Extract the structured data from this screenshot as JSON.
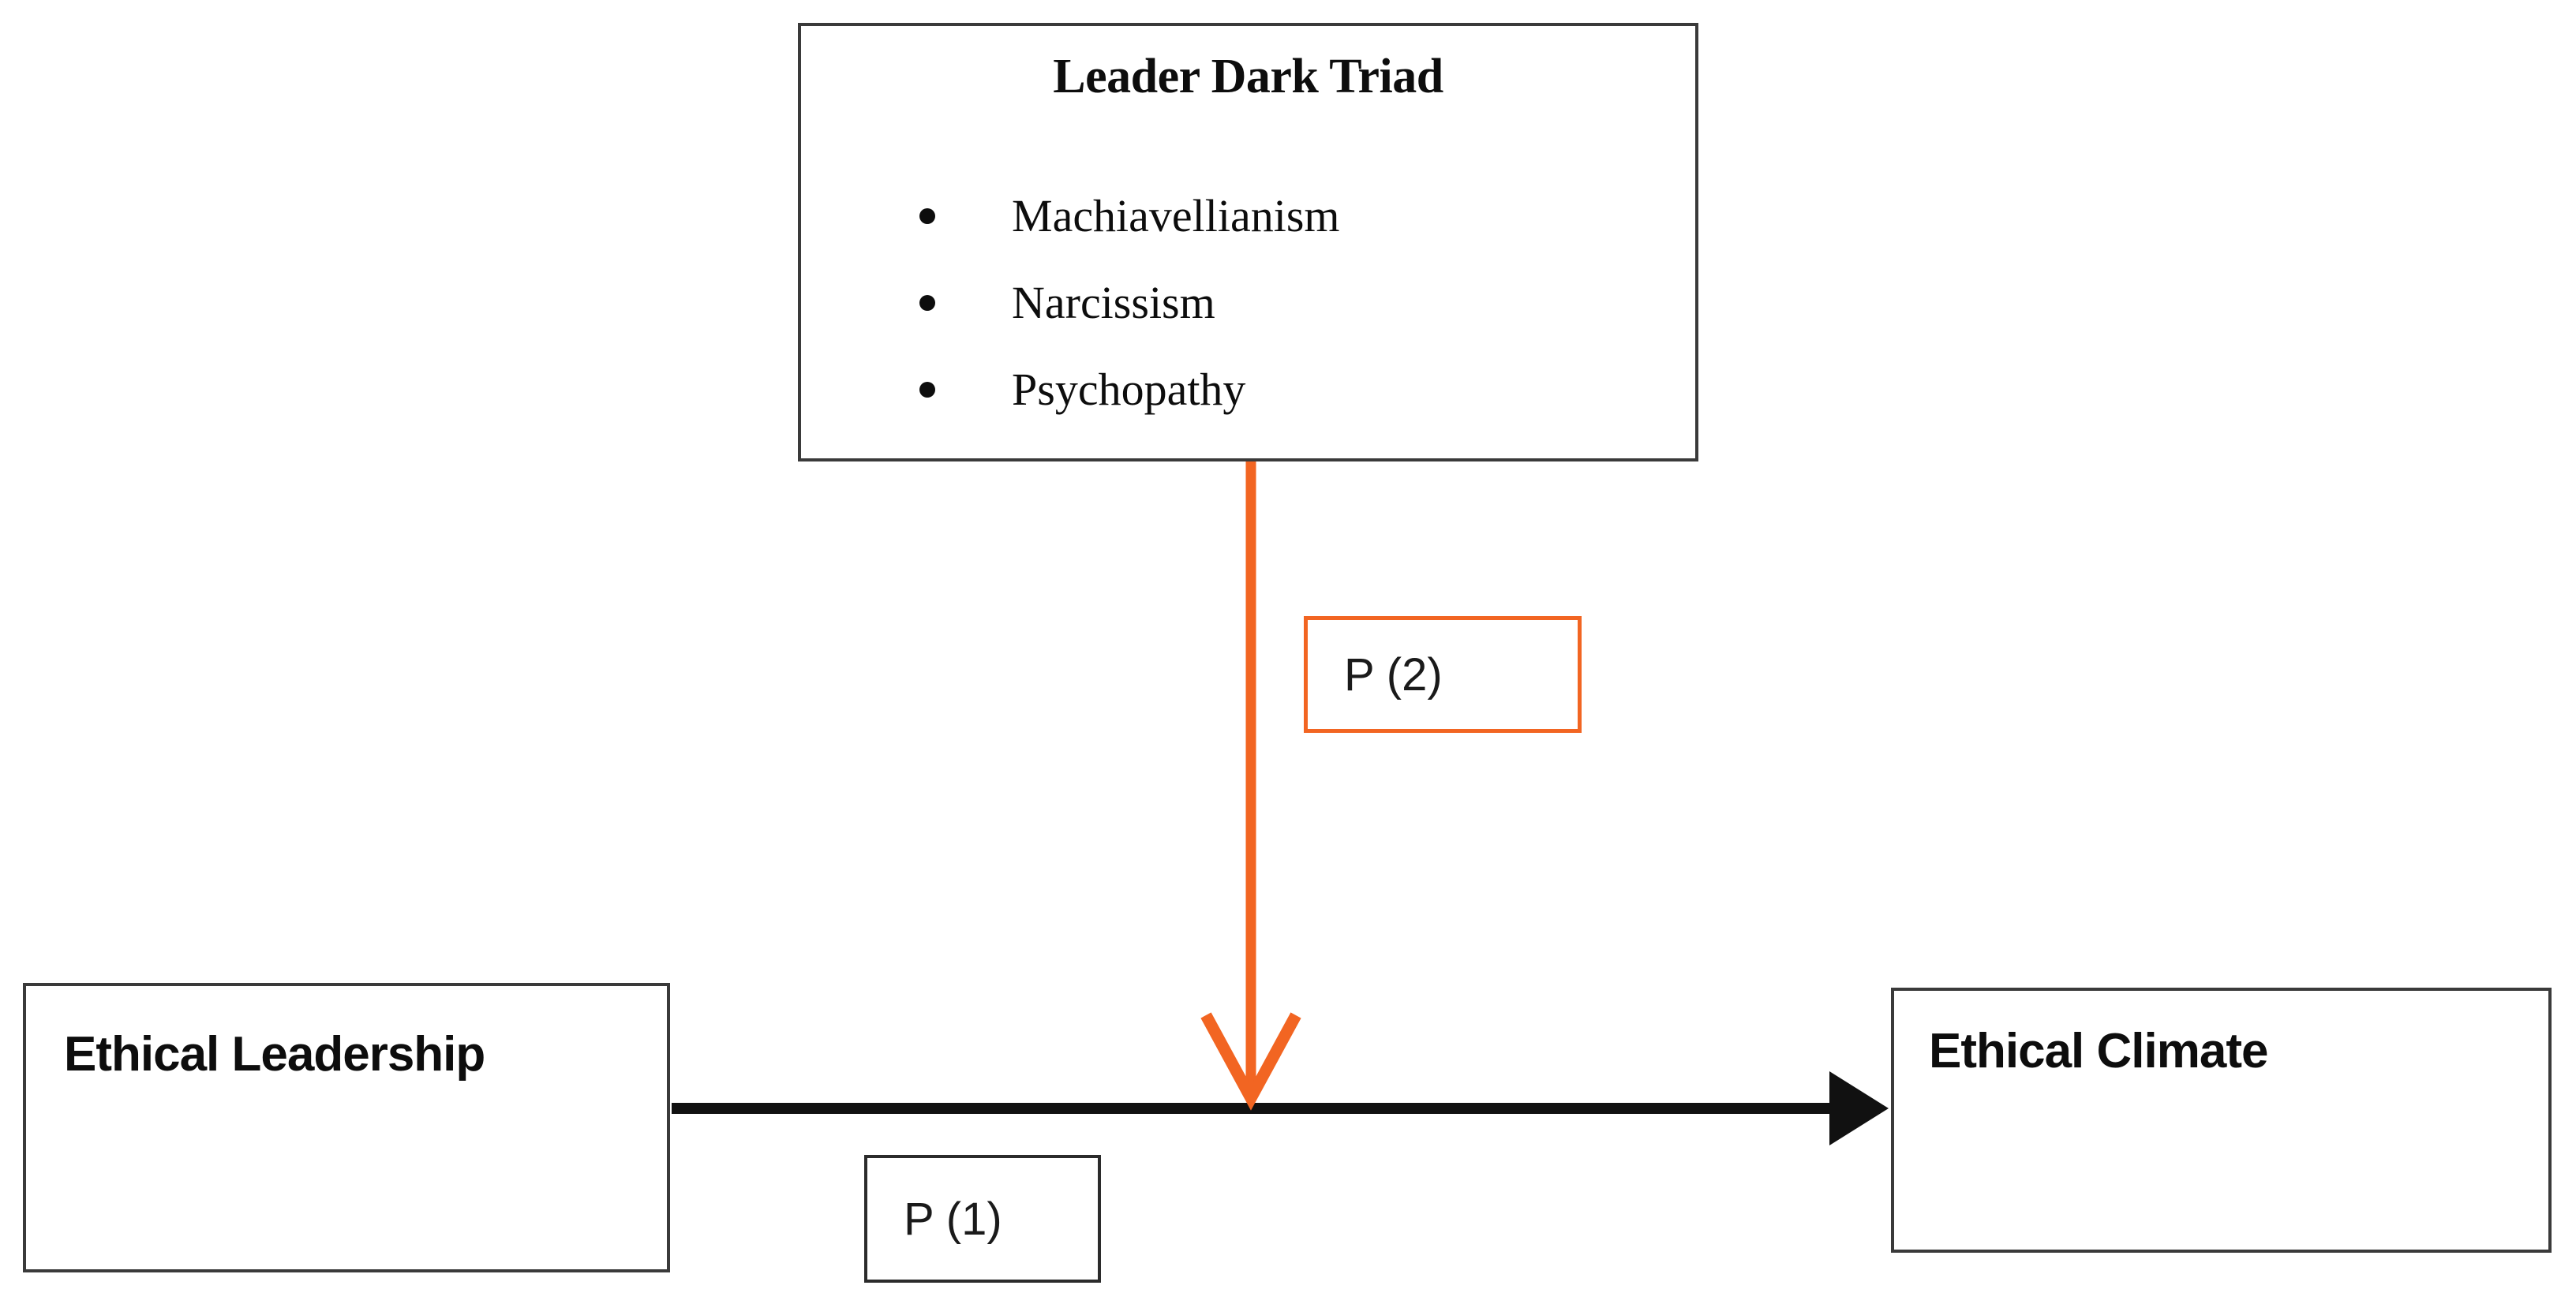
{
  "diagram": {
    "title": "Ethical Leadership, Leader Dark Triad and Ethical Climate conceptual model",
    "background_color": "#ffffff",
    "accent_color": "#F26522",
    "line_color": "#111111",
    "border_color": "#3a3a3a"
  },
  "nodes": {
    "dark_triad": {
      "title": "Leader Dark Triad",
      "items": [
        "Machiavellianism",
        "Narcissism",
        "Psychopathy"
      ]
    },
    "ethical_leadership": {
      "title": "Ethical Leadership"
    },
    "ethical_climate": {
      "title": "Ethical Climate"
    }
  },
  "propositions": {
    "p1": {
      "label": "P (1)",
      "border_color": "#2b2b2b"
    },
    "p2": {
      "label": "P (2)",
      "border_color": "#F26522"
    }
  },
  "connectors": {
    "leadership_to_climate": {
      "name": "ethical-leadership-to-ethical-climate",
      "color": "#111111",
      "style": "solid-filled-arrow",
      "direction": "right"
    },
    "dark_triad_moderator": {
      "name": "leader-dark-triad-moderator",
      "color": "#F26522",
      "style": "solid-open-arrow",
      "direction": "down"
    }
  }
}
